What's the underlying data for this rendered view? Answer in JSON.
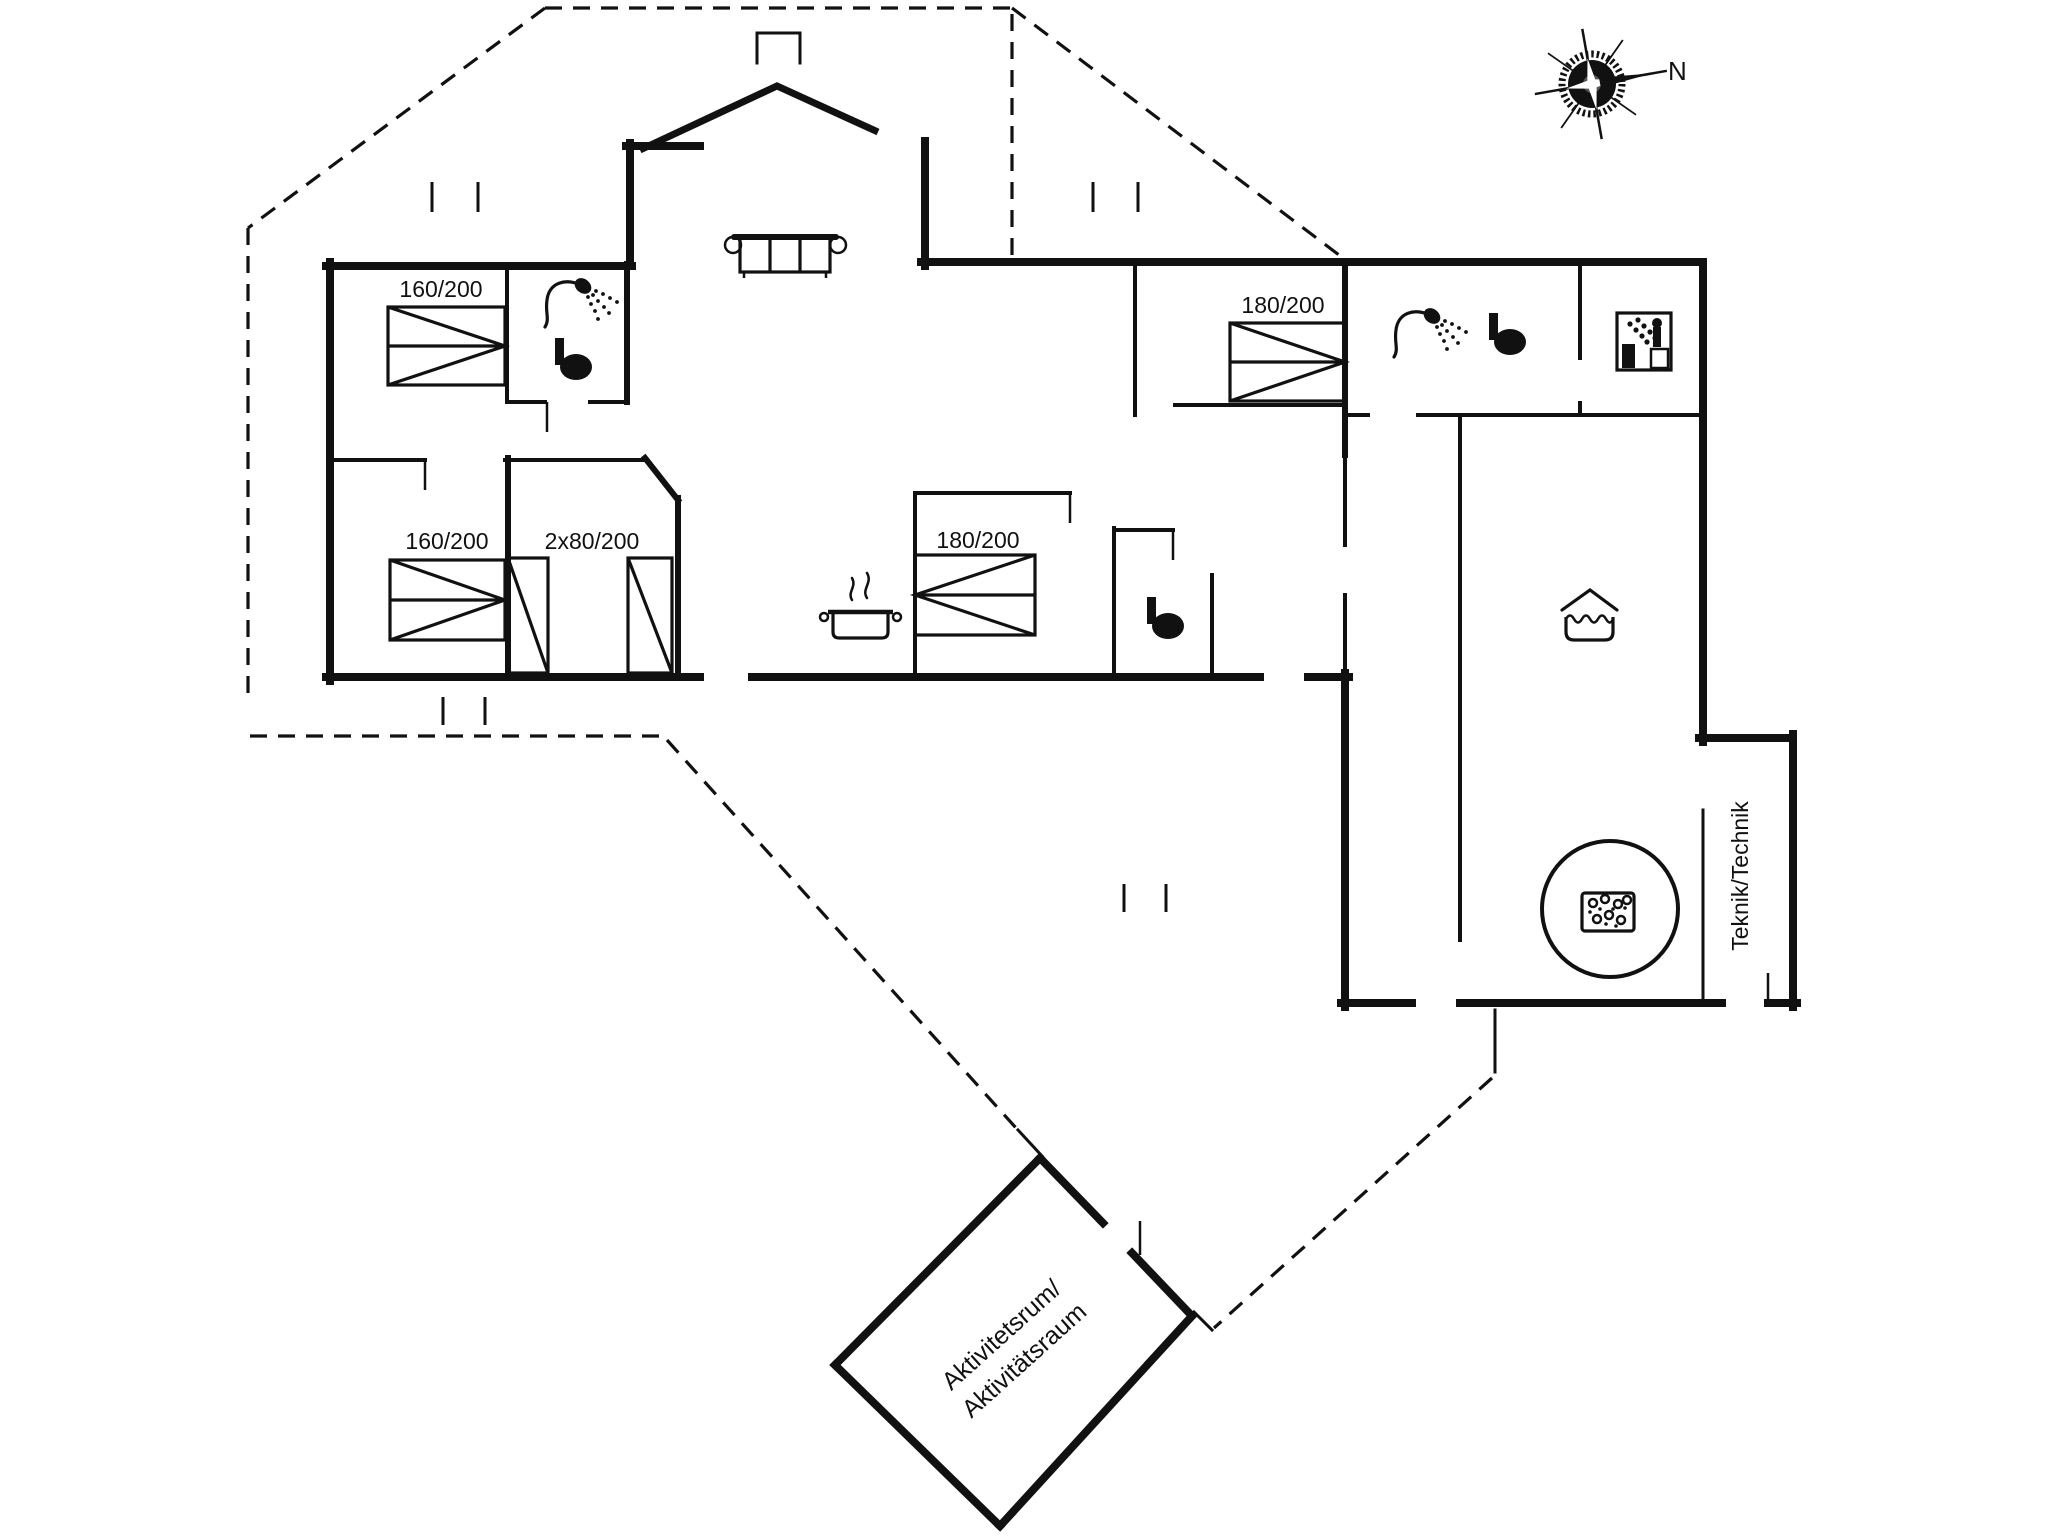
{
  "app": {
    "type": "holiday-house-floor-plan",
    "background": "#ffffff",
    "ink": "#111111"
  },
  "compass": {
    "label": "N"
  },
  "bedrooms": {
    "top_left_bed_label": "160/200",
    "lower_left_bed_label": "160/200",
    "lower_left_singles_label": "2x80/200",
    "middle_bed_label": "180/200",
    "top_right_bed_label": "180/200"
  },
  "rooms": {
    "technical_label": "Teknik/Technik",
    "activity_label_line1": "Aktivitetsrum/",
    "activity_label_line2": "Aktivitätsraum"
  },
  "icons": [
    "compass-rose-icon",
    "sofa-icon",
    "cooking-pot-icon",
    "shower-icon",
    "toilet-icon",
    "sauna-icon",
    "basin-icon",
    "hot-tub-icon",
    "chimney-icon",
    "entrance-gable-icon"
  ]
}
